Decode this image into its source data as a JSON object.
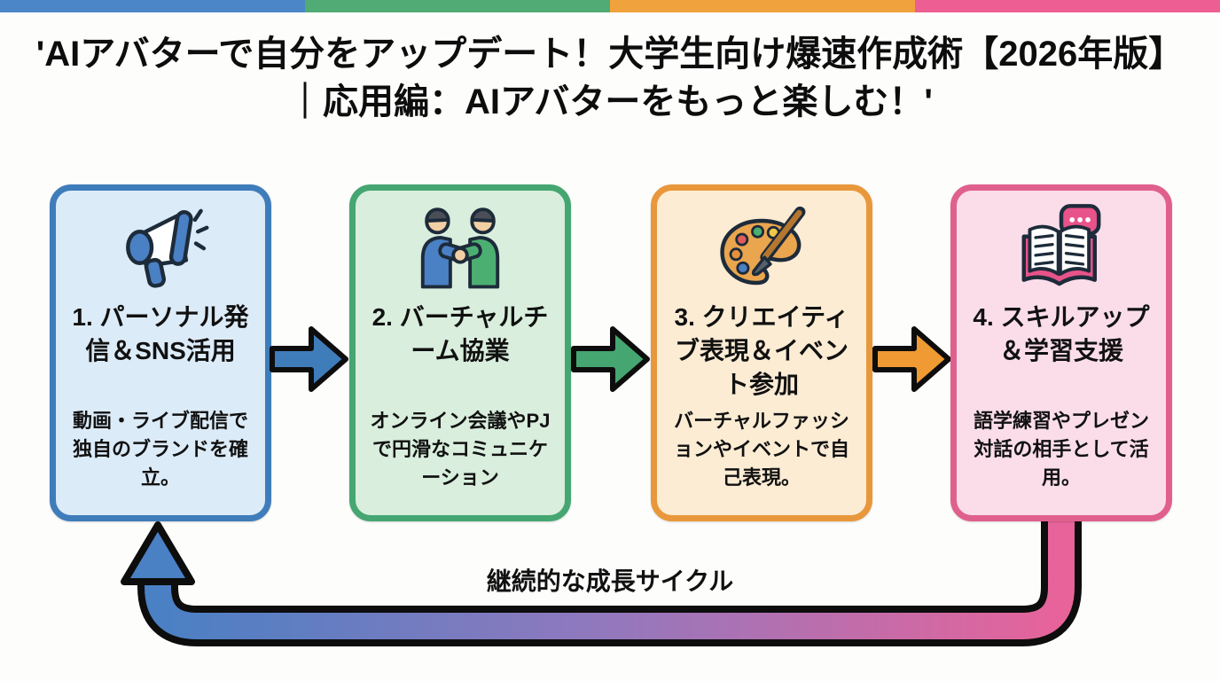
{
  "title": "'AIアバターで自分をアップデート！大学生向け爆速作成術【2026年版】｜応用編：AIアバターをもっと楽しむ！'",
  "top_bar": {
    "segment_colors": [
      "#4a86c8",
      "#50ab74",
      "#f0a23c",
      "#ed5e93"
    ]
  },
  "steps": [
    {
      "icon": "megaphone-icon",
      "title": "1. パーソナル発信＆SNS活用",
      "description": "動画・ライブ配信で独自のブランドを確立。",
      "colors": {
        "background": "#dcebf8",
        "border": "#3f7cba",
        "arrow_to_next": "#3f7cba"
      }
    },
    {
      "icon": "handshake-icon",
      "title": "2. バーチャルチーム協業",
      "description": "オンライン会議やPJで円滑なコミュニケーション",
      "colors": {
        "background": "#d9eedd",
        "border": "#45a671",
        "arrow_to_next": "#45a671"
      }
    },
    {
      "icon": "palette-icon",
      "title": "3. クリエイティブ表現＆イベント参加",
      "description": "バーチャルファッションやイベントで自己表現。",
      "colors": {
        "background": "#fcecd4",
        "border": "#e9973b",
        "arrow_to_next": "#ef9a33"
      }
    },
    {
      "icon": "book-chat-icon",
      "title": "4. スキルアップ＆学習支援",
      "description": "語学練習やプレゼン対話の相手として活用。",
      "colors": {
        "background": "#fadde9",
        "border": "#e0608d"
      }
    }
  ],
  "loop": {
    "label": "継続的な成長サイクル",
    "gradient_colors": [
      "#4a80c4",
      "#9378bd",
      "#e8639a"
    ],
    "outline_color": "#0d0d0d"
  }
}
